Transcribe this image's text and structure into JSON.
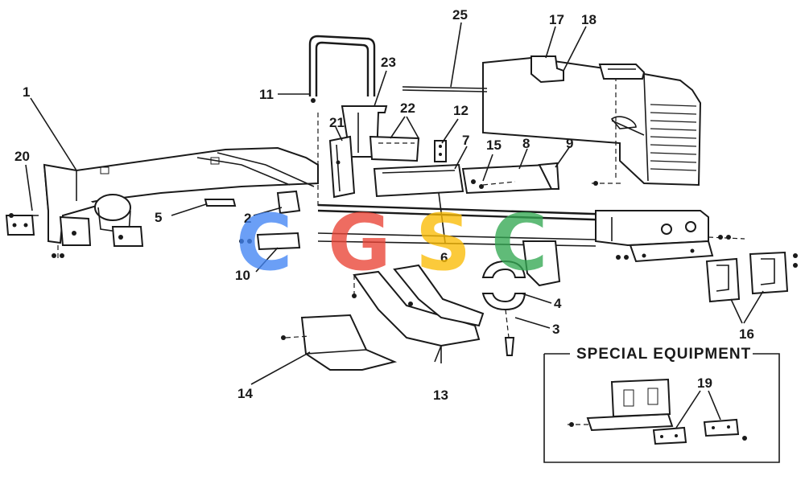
{
  "diagram": {
    "watermark": "CGSC",
    "watermark_colors": [
      "#4285F4",
      "#EA4335",
      "#FBBC05",
      "#34A853"
    ],
    "special_equipment_label": "SPECIAL EQUIPMENT",
    "callouts": {
      "c1": "1",
      "c2": "2",
      "c3": "3",
      "c4": "4",
      "c5": "5",
      "c6": "6",
      "c7": "7",
      "c8": "8",
      "c9": "9",
      "c10": "10",
      "c11": "11",
      "c12": "12",
      "c13": "13",
      "c14": "14",
      "c15": "15",
      "c16": "16",
      "c17": "17",
      "c18": "18",
      "c19": "19",
      "c20": "20",
      "c21": "21",
      "c22": "22",
      "c23": "23",
      "c25": "25"
    }
  }
}
